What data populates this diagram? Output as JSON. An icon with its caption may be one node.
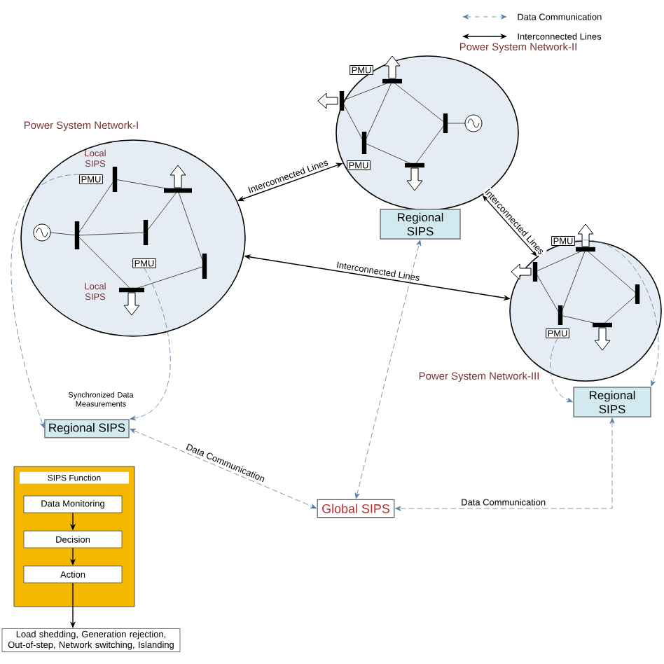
{
  "diagram": {
    "nodes": [
      {
        "text": [
          "Power System Network-I"
        ]
      },
      {
        "text": [
          "PMU"
        ],
        "in": 0
      },
      {
        "text": [
          "PMU"
        ],
        "in": 0
      },
      {
        "text": [
          "Power System Network-II"
        ]
      },
      {
        "text": [
          "PMU"
        ],
        "in": 3
      },
      {
        "text": [
          "PMU"
        ],
        "in": 3
      },
      {
        "text": [
          "Power System Network-III"
        ]
      },
      {
        "text": [
          "PMU"
        ],
        "in": 6
      },
      {
        "text": [
          "PMU"
        ],
        "in": 6
      },
      {
        "text": [
          "Regional SIPS"
        ]
      },
      {
        "text": [
          "Regional SIPS"
        ]
      },
      {
        "text": [
          "Regional SIPS"
        ]
      },
      {
        "text": [
          "Global SIPS"
        ]
      },
      {
        "text": [
          "SIPS Function"
        ]
      },
      {
        "text": [
          "Data Monitoring"
        ],
        "in": 13
      },
      {
        "text": [
          "Decision"
        ],
        "in": 13
      },
      {
        "text": [
          "Action"
        ],
        "in": 13
      },
      {
        "text": [
          "Load shedding, Generation rejection, Out-of-step, Network switching, Islanding"
        ]
      }
    ],
    "edges": [
      {
        "from": 0,
        "to": 3,
        "arrow": "both",
        "color": "#000000",
        "label": "Interconnected Lines"
      },
      {
        "from": 0,
        "to": 6,
        "arrow": "both",
        "color": "#000000",
        "label": "Interconnected Lines"
      },
      {
        "from": 3,
        "to": 6,
        "arrow": "both",
        "color": "#000000",
        "label": "Interconnected Lines"
      },
      {
        "from": 1,
        "to": 9,
        "arrow": "to",
        "style": "dashed",
        "color": "#5b7fa6"
      },
      {
        "from": 2,
        "to": 9,
        "arrow": "to",
        "style": "dashed",
        "color": "#5b7fa6"
      },
      {
        "from": 7,
        "to": 11,
        "arrow": "to",
        "style": "dashed",
        "color": "#5b7fa6"
      },
      {
        "from": 8,
        "to": 11,
        "arrow": "to",
        "style": "dashed",
        "color": "#5b7fa6"
      },
      {
        "from": 12,
        "to": 10,
        "arrow": "both",
        "style": "dashed",
        "color": "#5b7fa6"
      },
      {
        "from": 9,
        "to": 12,
        "arrow": "both",
        "style": "dashed",
        "color": "#5b7fa6",
        "label": "Data Communication"
      },
      {
        "from": 11,
        "to": 12,
        "arrow": "both",
        "style": "dashed",
        "color": "#5b7fa6",
        "label": "Data Communication"
      },
      {
        "from": 14,
        "to": 15,
        "arrow": "to",
        "color": "#000000"
      },
      {
        "from": 15,
        "to": 16,
        "arrow": "to",
        "color": "#000000"
      },
      {
        "from": 16,
        "to": 17,
        "arrow": "to",
        "color": "#000000"
      }
    ],
    "labels": [
      "Local SIPS",
      "Local SIPS",
      "Synchronized Data Measurements"
    ],
    "legend": [
      {
        "text": "Data Communication"
      },
      {
        "text": "Interconnected Lines"
      }
    ]
  }
}
